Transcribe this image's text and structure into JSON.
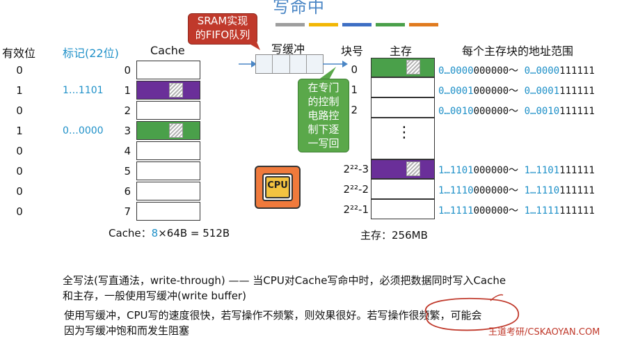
{
  "title": "写命中",
  "colors": {
    "purple": "#6a2f99",
    "green": "#4aa04a",
    "red": "#c0392b",
    "blue": "#1e90c8",
    "green_callout": "#5aa84a"
  },
  "headers": {
    "valid": "有效位",
    "tag": "标记(22位)",
    "cache": "Cache",
    "write_buffer": "写缓冲",
    "block_no": "块号",
    "main_memory": "主存",
    "addr_range": "每个主存块的地址范围"
  },
  "valid_bits": [
    "0",
    "1",
    "0",
    "1",
    "0",
    "0",
    "0",
    "0"
  ],
  "tags": {
    "row1": "1…1101",
    "row3": "0…0000"
  },
  "cache_indices": [
    "0",
    "1",
    "2",
    "3",
    "4",
    "5",
    "6",
    "7"
  ],
  "cache_footer": {
    "label": "Cache：",
    "count": "8",
    "rest": "×64B = 512B"
  },
  "sram_callout": {
    "line1": "SRAM实现",
    "line2": "的FIFO队列"
  },
  "green_callout": {
    "line1": "在专门",
    "line2": "的控制",
    "line3": "电路控",
    "line4": "制下逐",
    "line5": "一写回"
  },
  "cpu_label": "CPU",
  "mem_blocks": {
    "b0": "0",
    "b1": "1",
    "b2": "2",
    "dots": "⋮",
    "bn3": "2²²-3",
    "bn2": "2²²-2",
    "bn1": "2²²-1"
  },
  "addresses": [
    {
      "p1": "0…0000",
      "p2": "000000～ ",
      "p3": "0…0000",
      "p4": "111111"
    },
    {
      "p1": "0…0001",
      "p2": "000000～ ",
      "p3": "0…0001",
      "p4": "111111"
    },
    {
      "p1": "0…0010",
      "p2": "000000～ ",
      "p3": "0…0010",
      "p4": "111111"
    },
    {
      "p1": "1…1101",
      "p2": "000000～ ",
      "p3": "1…1101",
      "p4": "111111"
    },
    {
      "p1": "1…1110",
      "p2": "000000～ ",
      "p3": "1…1110",
      "p4": "111111"
    },
    {
      "p1": "1…1111",
      "p2": "000000～ ",
      "p3": "1…1111",
      "p4": "111111"
    }
  ],
  "memory_footer": "主存：256MB",
  "paragraph1": {
    "line1": "全写法(写直通法，write-through) —— 当CPU对Cache写命中时，必须把数据同时写入Cache",
    "line2": "和主存，一般使用写缓冲(write buffer)"
  },
  "paragraph2": {
    "line1": "使用写缓冲，CPU写的速度很快，若写操作不频繁，则效果很好。若写操作很频繁，可能会",
    "line2": "因为写缓冲饱和而发生阻塞"
  },
  "watermark": "王道考研/CSKAOYAN.COM"
}
